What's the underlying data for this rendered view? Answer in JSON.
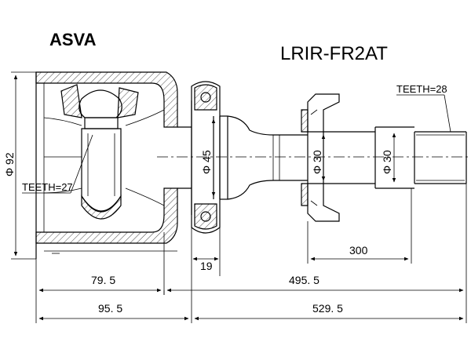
{
  "brand": "ASVA",
  "part_number": "LRIR-FR2AT",
  "labels": {
    "teeth_outer": "TEETH=28",
    "teeth_inner": "TEETH=27",
    "dia_92": "Φ 92",
    "dia_45": "Φ 45",
    "dia_30_a": "Φ 30",
    "dia_30_b": "Φ 30",
    "dim_300": "300",
    "dim_19": "19",
    "dim_79_5": "79. 5",
    "dim_495_5": "495. 5",
    "dim_95_5": "95. 5",
    "dim_529_5": "529. 5"
  }
}
